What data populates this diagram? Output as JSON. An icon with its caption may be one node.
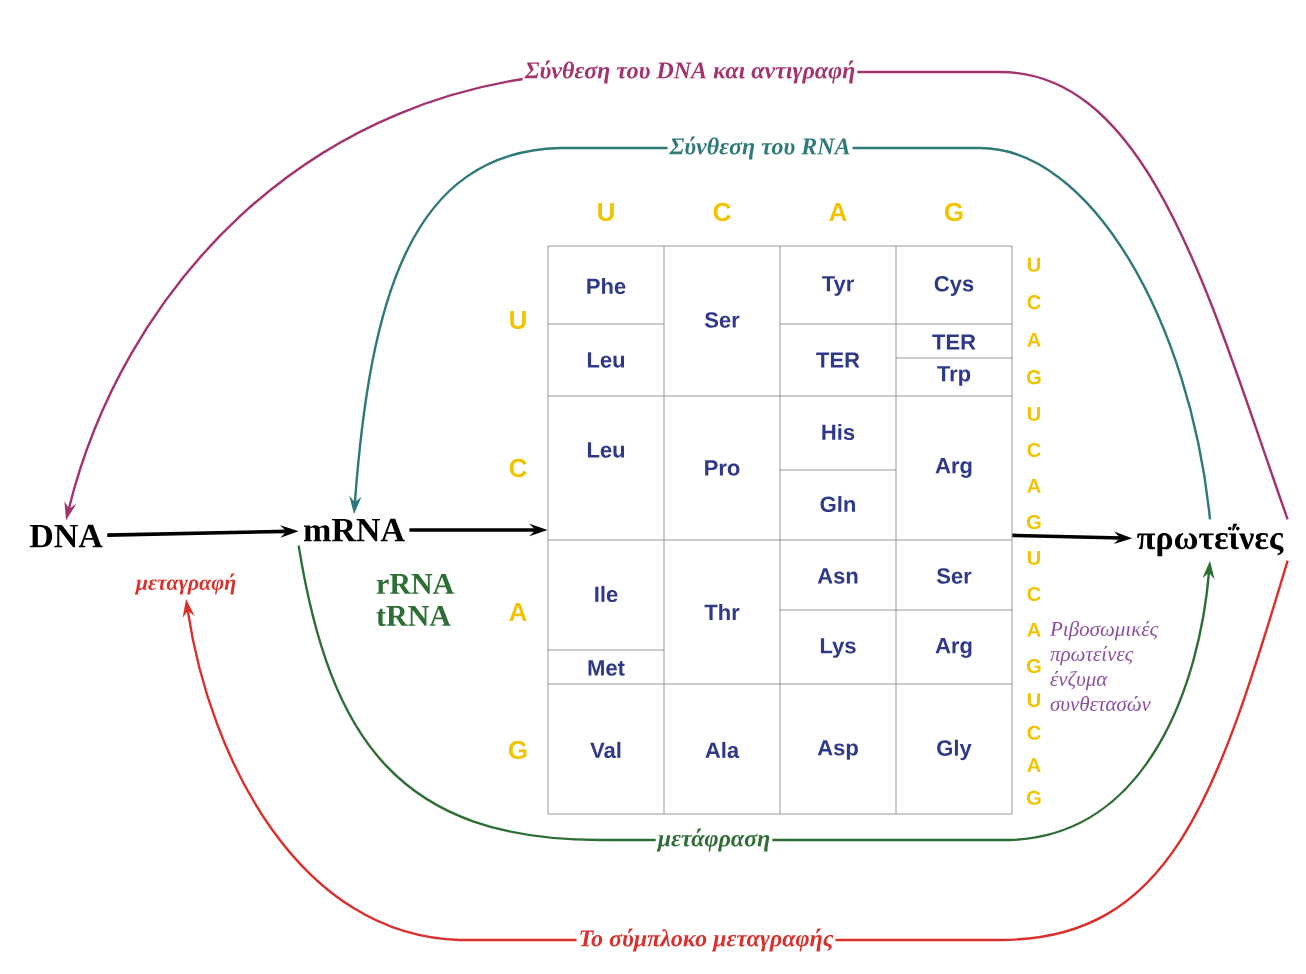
{
  "diagram": {
    "nodes": [
      {
        "text": [
          "DNA"
        ]
      },
      {
        "text": [
          "mRNA"
        ]
      },
      {
        "text": [],
        "shape": "box"
      },
      {
        "text": [
          "πρωτεΐνες"
        ]
      },
      {
        "text": [
          "μεταγραφή"
        ]
      }
    ],
    "edges": [
      {
        "from": 0,
        "to": 1,
        "arrow": "to"
      },
      {
        "from": 1,
        "to": 2,
        "arrow": "to"
      },
      {
        "from": 2,
        "to": 3,
        "arrow": "to"
      },
      {
        "from": 3,
        "to": 0,
        "arrow": "to",
        "color": "#a3336e",
        "label": "Σύνθεση του DNA και αντιγραφή"
      },
      {
        "from": 3,
        "to": 1,
        "arrow": "to",
        "color": "#2d7a78",
        "label": "Σύνθεση του RNA"
      },
      {
        "from": 1,
        "to": 3,
        "arrow": "to",
        "color": "#2e6e35",
        "label": "μετάφραση"
      },
      {
        "from": 3,
        "to": 4,
        "arrow": "to",
        "color": "#d9302c",
        "label": "Το σύμπλοκο μεταγραφής"
      }
    ],
    "labels": [
      "U",
      "C",
      "A",
      "G",
      "U",
      "C",
      "A",
      "G",
      "U",
      "C",
      "A",
      "G",
      "U",
      "C",
      "A",
      "G",
      "U",
      "C",
      "A",
      "G",
      "U",
      "C",
      "A",
      "G",
      "Phe",
      "Ser",
      "Tyr",
      "Cys",
      "Leu",
      "TER",
      "TER",
      "Trp",
      "Leu",
      "Pro",
      "His",
      "Arg",
      "Gln",
      "Ile",
      "Thr",
      "Asn",
      "Ser",
      "Lys",
      "Arg",
      "Met",
      "Val",
      "Ala",
      "Asp",
      "Gly",
      "rRNA tRNA",
      "Ριβοσωμικές πρωτείνες ένζυμα συνθετασών"
    ]
  }
}
